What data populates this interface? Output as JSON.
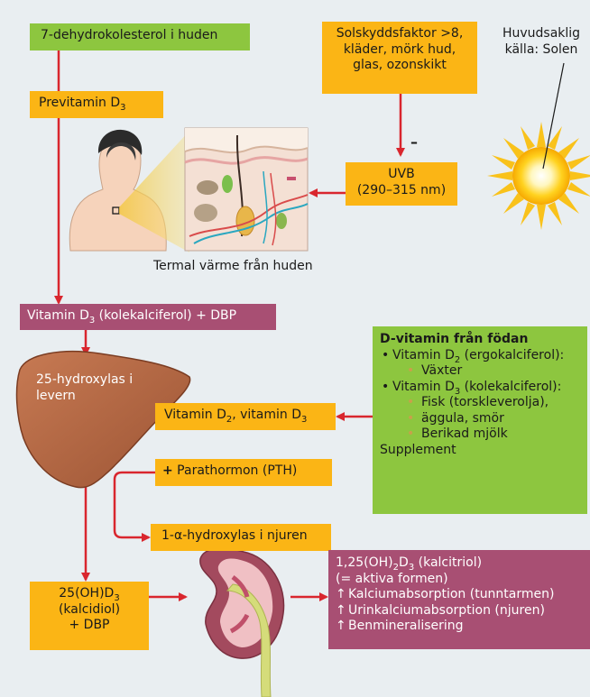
{
  "source_box": "7-dehydrokolesterol i huden",
  "previtamin": {
    "text": "Previtamin D",
    "sub": "3"
  },
  "sunscreen_box": [
    "Solskyddsfaktor >8,",
    "kläder, mörk hud,",
    "glas, ozonskikt"
  ],
  "sun_label": [
    "Huvudsaklig",
    "källa: Solen"
  ],
  "minus_sign": "–",
  "uvb_box": [
    "UVB",
    "(290–315 nm)"
  ],
  "thermal_label": "Termal värme från huden",
  "vitd3_box": {
    "pre": "Vitamin D",
    "sub": "3",
    "post": " (kolekalciferol) + DBP"
  },
  "liver_label": [
    "25-hydroxylas i",
    "levern"
  ],
  "diet_box": {
    "title": "D-vitamin från födan",
    "item1": {
      "pre": "Vitamin D",
      "sub": "2",
      "post": " (ergokalciferol):"
    },
    "item1_sub": [
      "Växter"
    ],
    "item2": {
      "pre": "Vitamin D",
      "sub": "3",
      "post": " (kolekalciferol):"
    },
    "item2_sub": [
      "Fisk (torskleverolja),",
      "äggula, smör",
      "Berikad mjölk"
    ],
    "supplement": "Supplement"
  },
  "vitd2d3_box": {
    "a": "Vitamin D",
    "a_sub": "2",
    "mid": ", vitamin D",
    "b_sub": "3"
  },
  "pth_box": {
    "plus": "+",
    "text": " Parathormon (PTH)"
  },
  "hydroxylas_box": "1-α-hydroxylas i njuren",
  "kalcidiol_box": {
    "l1": "25(OH)D",
    "l1_sub": "3",
    "l2": "(kalcidiol)",
    "l3": "+ DBP"
  },
  "calcitriol_box": {
    "l1a": "1,25(OH)",
    "l1_sub1": "2",
    "l1b": "D",
    "l1_sub2": "3",
    "l1c": " (kalcitriol)",
    "l2": "(= aktiva formen)",
    "effects": [
      "Kalciumabsorption (tunntarmen)",
      "Urinkalciumabsorption (njuren)",
      "Benmineralisering"
    ]
  },
  "colors": {
    "green": "#8dc63f",
    "orange": "#fbb515",
    "purple": "#a84f73",
    "arrow": "#d9262e",
    "background": "#e9eef1"
  }
}
